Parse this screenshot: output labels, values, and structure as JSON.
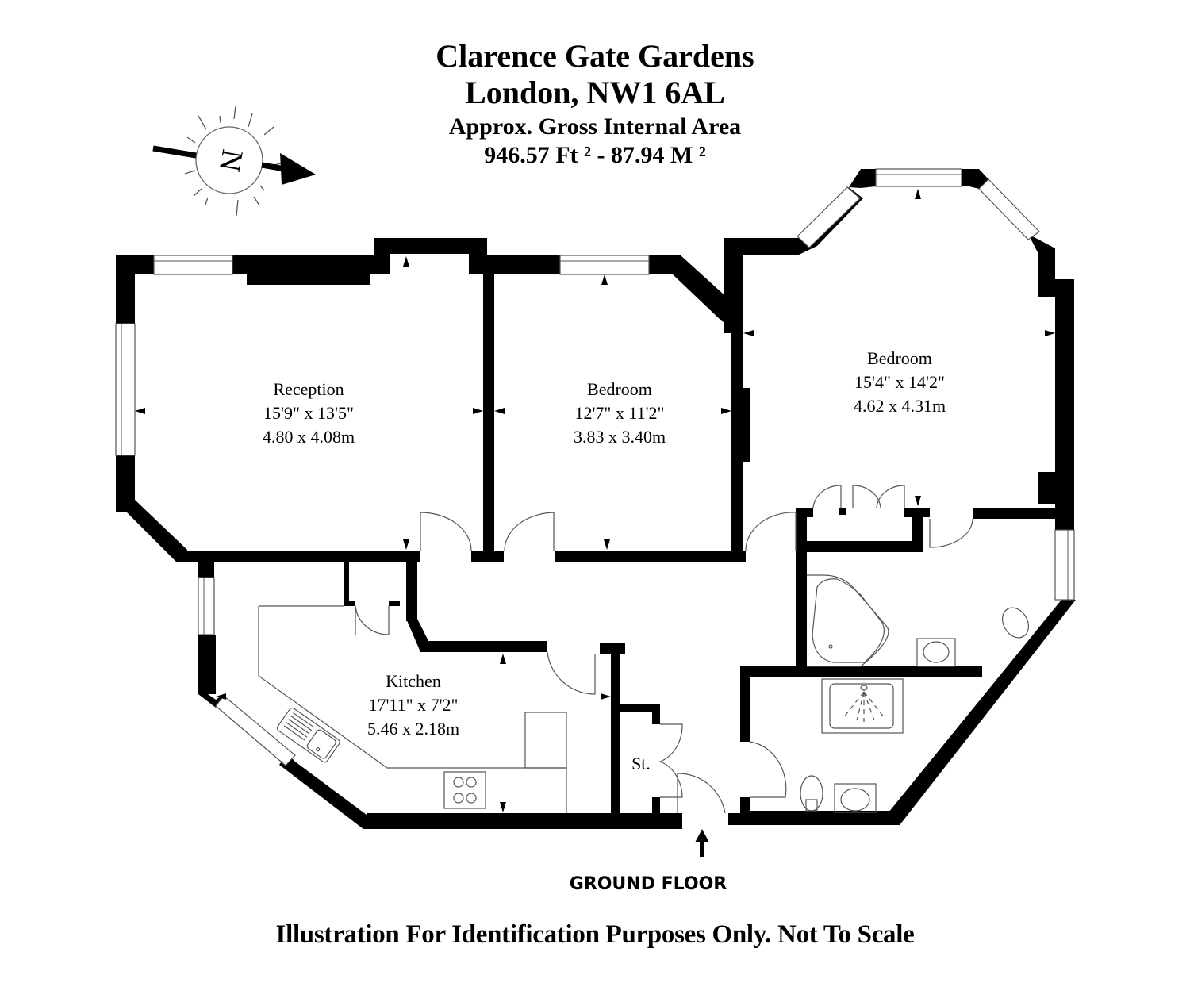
{
  "header": {
    "property_name": "Clarence Gate Gardens",
    "address": "London, NW1 6AL",
    "area_label": "Approx. Gross Internal Area",
    "area_value": "946.57 Ft ² - 87.94 M ²"
  },
  "compass": {
    "letter": "N",
    "icon": "north-arrow-compass-icon"
  },
  "rooms": [
    {
      "name": "Reception",
      "imperial": "15'9\" x 13'5\"",
      "metric": "4.80 x 4.08m"
    },
    {
      "name": "Bedroom",
      "imperial": "12'7\" x 11'2\"",
      "metric": "3.83 x 3.40m"
    },
    {
      "name": "Bedroom",
      "imperial": "15'4\" x 14'2\"",
      "metric": "4.62 x 4.31m"
    },
    {
      "name": "Kitchen",
      "imperial": "17'11\" x 7'2\"",
      "metric": "5.46 x 2.18m"
    },
    {
      "name": "St."
    }
  ],
  "entrance_icon": "entrance-arrow-icon",
  "floor_label": "GROUND FLOOR",
  "disclaimer": "Illustration For Identification Purposes Only. Not To Scale"
}
